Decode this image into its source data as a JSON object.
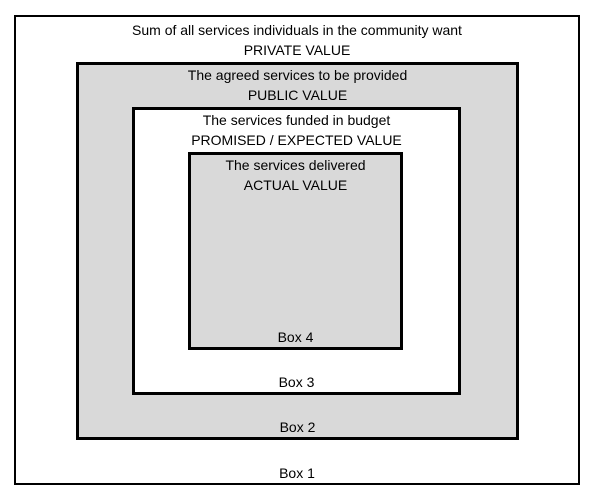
{
  "diagram": {
    "title_hint": "Nested value boxes diagram",
    "colors": {
      "gray_fill": "#d9d9d9",
      "white_fill": "#ffffff",
      "border": "#000000"
    },
    "boxes": [
      {
        "line1": "Sum of all services individuals in the community want",
        "line2": "PRIVATE VALUE",
        "label": "Box 1"
      },
      {
        "line1": "The agreed services to be provided",
        "line2": "PUBLIC VALUE",
        "label": "Box 2"
      },
      {
        "line1": "The services funded in budget",
        "line2": "PROMISED / EXPECTED VALUE",
        "label": "Box 3"
      },
      {
        "line1": "The services delivered",
        "line2": "ACTUAL VALUE",
        "label": "Box 4"
      }
    ]
  }
}
